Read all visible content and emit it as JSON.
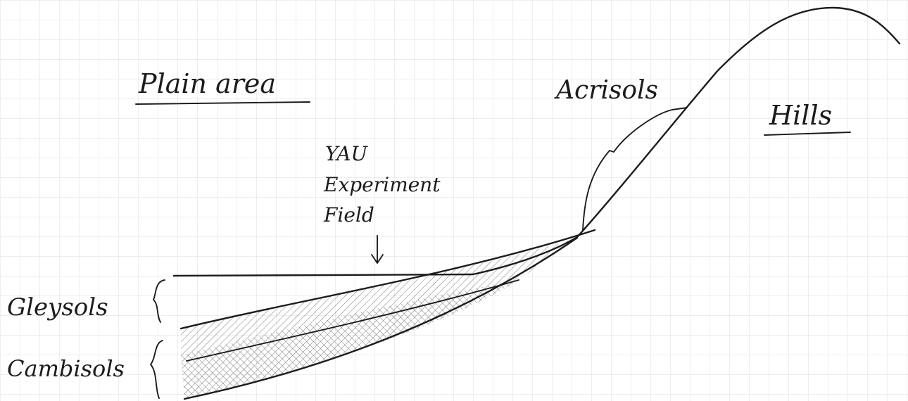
{
  "labels": {
    "plain_area": "Plain area",
    "hills": "Hills",
    "acrisols": "Acrisols",
    "yau_experiment_field": [
      "YAU",
      "Experiment",
      "Field"
    ],
    "gleysols": "Gleysols",
    "cambisols": "Cambisols"
  },
  "colors": {
    "paper": "#ffffff",
    "grid": "#dcdcdc",
    "ink": "#1c1c1c",
    "hatch": "#7a7a7a"
  },
  "soil_layers": [
    {
      "name_ref": "gleysols",
      "pattern": "single-hatch"
    },
    {
      "name_ref": "cambisols",
      "pattern": "cross-hatch"
    }
  ],
  "markers": {
    "field_arrow": "down-arrow-icon"
  }
}
